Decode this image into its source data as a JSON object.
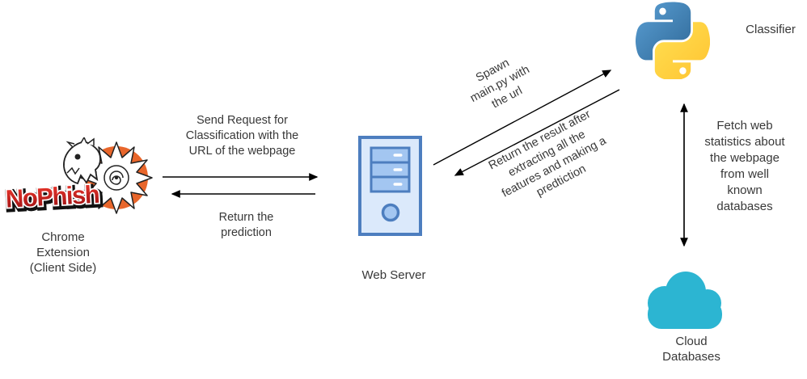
{
  "diagram": {
    "nodes": {
      "client": {
        "brand": "NoPhish",
        "lines": [
          "Chrome",
          "Extension",
          "(Client Side)"
        ]
      },
      "server": {
        "label": "Web Server"
      },
      "classifier": {
        "label": "Classifier"
      },
      "cloud": {
        "lines": [
          "Cloud",
          "Databases"
        ]
      }
    },
    "edges": {
      "request": {
        "lines": [
          "Send Request for",
          "Classification with the",
          "URL of the webpage"
        ]
      },
      "prediction": {
        "lines": [
          "Return the",
          "prediction"
        ]
      },
      "spawn": {
        "lines": [
          "Spawn",
          "main.py with",
          "the url"
        ]
      },
      "result": {
        "lines": [
          "Return the result after",
          "extracting all the",
          "features and making a",
          "predtiction"
        ]
      },
      "fetch": {
        "lines": [
          "Fetch web",
          "statistics about",
          "the webpage",
          "from well",
          "known",
          "databases"
        ]
      }
    },
    "colors": {
      "arrow": "#000000",
      "label_text": "#383838",
      "nophish_red": "#d6161d",
      "nophish_orange": "#e8662b",
      "server_border": "#4d7ebf",
      "server_fill": "#dbe9fb",
      "server_bay_fill": "#a3c6f1",
      "python_blue": "#366994",
      "python_yellow": "#ffc331",
      "cloud_teal": "#2cb5d2"
    }
  }
}
